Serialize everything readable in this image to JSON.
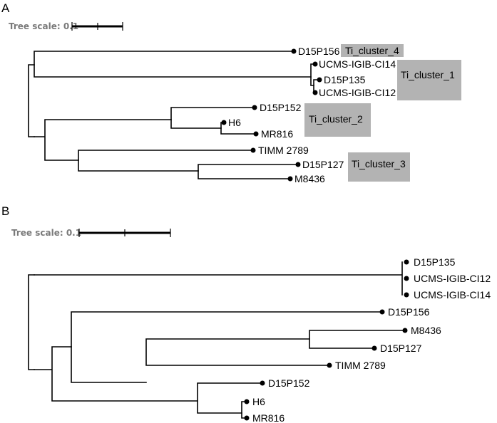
{
  "panel_a": {
    "letter": "A",
    "scale_label": "Tree scale: 0.1",
    "clusters": [
      {
        "label": "Ti_cluster_4",
        "color": "#b3b3b3"
      },
      {
        "label": "Ti_cluster_1",
        "color": "#b3b3b3"
      },
      {
        "label": "Ti_cluster_2",
        "color": "#b3b3b3"
      },
      {
        "label": "Ti_cluster_3",
        "color": "#b3b3b3"
      }
    ],
    "leaves": [
      "D15P156",
      "UCMS-IGIB-CI14",
      "D15P135",
      "UCMS-IGIB-CI12",
      "D15P152",
      "H6",
      "MR816",
      "TIMM 2789",
      "D15P127",
      "M8436"
    ]
  },
  "panel_b": {
    "letter": "B",
    "scale_label": "Tree scale: 0.1",
    "leaves": [
      "D15P135",
      "UCMS-IGIB-CI12",
      "UCMS-IGIB-CI14",
      "D15P156",
      "M8436",
      "D15P127",
      "TIMM 2789",
      "D15P152",
      "H6",
      "MR816"
    ]
  }
}
